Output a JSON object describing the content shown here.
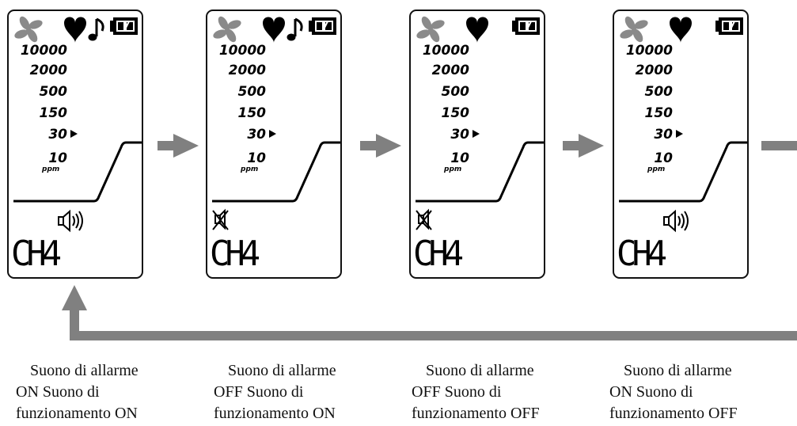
{
  "levels": [
    "10000",
    "2000",
    "500",
    "150",
    "30",
    "10"
  ],
  "ppm_unit": "ppm",
  "gas_label": "CH4",
  "colors": {
    "line": "#000000",
    "arrow": "#808080",
    "fan": "#8a8a8a"
  },
  "panels": [
    {
      "fan": true,
      "heart": true,
      "note": true,
      "battery": true,
      "speaker": "on",
      "caption": [
        "Suono di allarme",
        "ON Suono di",
        "funzionamento ON"
      ]
    },
    {
      "fan": true,
      "heart": true,
      "note": true,
      "battery": true,
      "speaker": "off",
      "caption": [
        "Suono di allarme",
        "OFF Suono di",
        "funzionamento ON"
      ]
    },
    {
      "fan": true,
      "heart": true,
      "note": false,
      "battery": true,
      "speaker": "off",
      "caption": [
        "Suono di allarme",
        "OFF Suono di",
        "funzionamento OFF"
      ]
    },
    {
      "fan": true,
      "heart": true,
      "note": false,
      "battery": true,
      "speaker": "on",
      "caption": [
        "Suono di allarme",
        "ON Suono di",
        "funzionamento OFF"
      ]
    }
  ]
}
